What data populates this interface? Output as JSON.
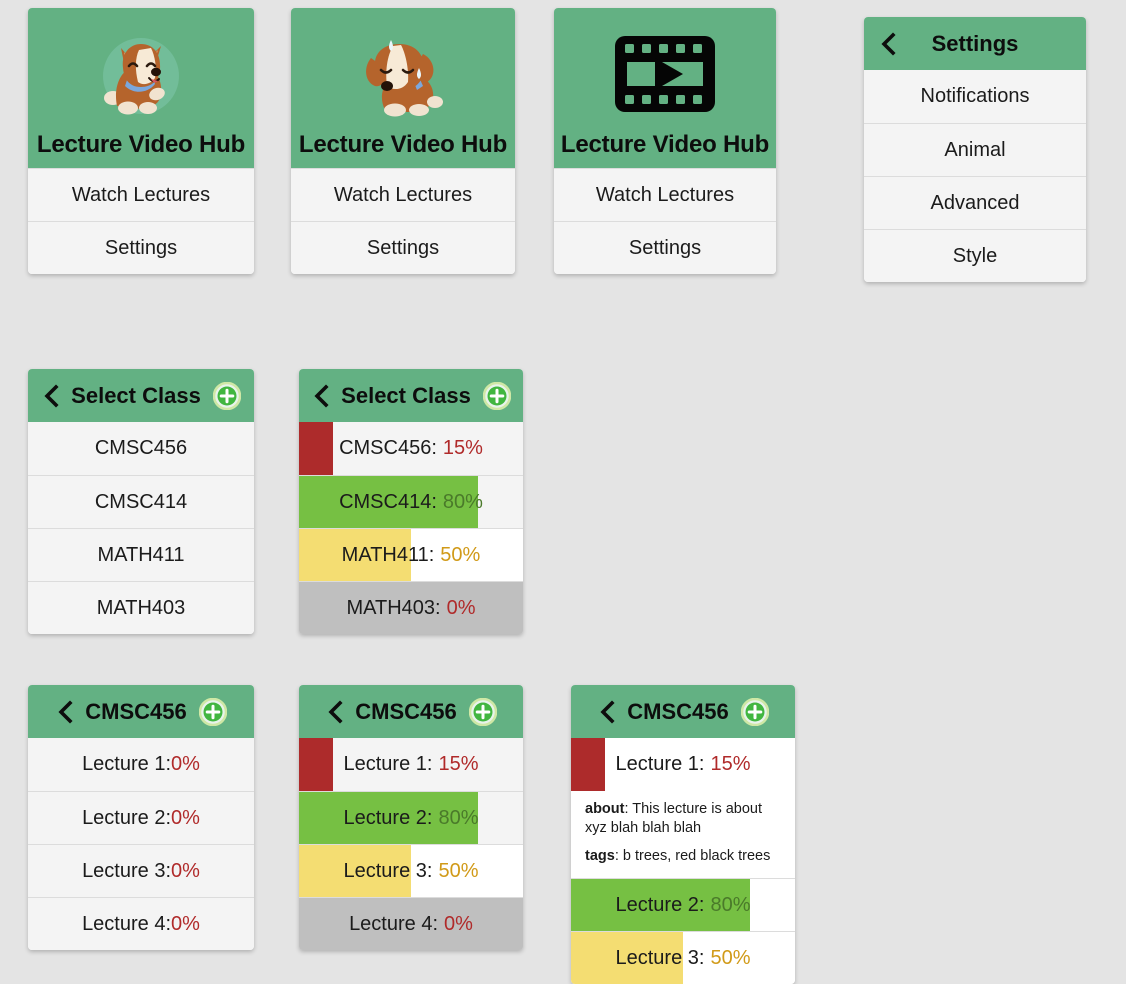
{
  "theme": {
    "page_bg": "#e4e4e4",
    "header_green": "#63b183",
    "row_gray": "#f4f4f4",
    "row_white": "#ffffff",
    "bar_red": "#ad2b2b",
    "bar_green": "#76c043",
    "bar_yellow": "#f4dd72",
    "bar_gray": "#bfbfbf",
    "pct_red": "#b02a2a",
    "pct_green": "#4a7a2a",
    "pct_yellow": "#d19a18",
    "plus_green": "#41b640",
    "plus_ring": "#c9e79a"
  },
  "cards": {
    "home_happy": {
      "icon": "happy-corgi-icon",
      "title": "Lecture Video Hub",
      "menu": [
        {
          "label": "Watch Lectures"
        },
        {
          "label": "Settings"
        }
      ]
    },
    "home_sad": {
      "icon": "sad-dog-icon",
      "title": "Lecture Video Hub",
      "menu": [
        {
          "label": "Watch Lectures"
        },
        {
          "label": "Settings"
        }
      ]
    },
    "home_film": {
      "icon": "film-strip-play-icon",
      "title": "Lecture Video Hub",
      "menu": [
        {
          "label": "Watch Lectures"
        },
        {
          "label": "Settings"
        }
      ]
    },
    "settings": {
      "title": "Settings",
      "back_icon": "chevron-left-icon",
      "items": [
        {
          "label": "Notifications"
        },
        {
          "label": "Animal"
        },
        {
          "label": "Advanced"
        },
        {
          "label": "Style"
        }
      ]
    },
    "select_class_plain": {
      "title": "Select Class",
      "back_icon": "chevron-left-icon",
      "add_icon": "plus-circle-icon",
      "items": [
        {
          "label": "CMSC456"
        },
        {
          "label": "CMSC414"
        },
        {
          "label": "MATH411"
        },
        {
          "label": "MATH403"
        }
      ]
    },
    "select_class_progress": {
      "title": "Select Class",
      "back_icon": "chevron-left-icon",
      "add_icon": "plus-circle-icon",
      "items": [
        {
          "name": "CMSC456",
          "percent": 15,
          "label": "CMSC456: ",
          "pct_text": "15%",
          "fill": "#ad2b2b",
          "track": "#f4f4f4",
          "pct_color": "#b02a2a"
        },
        {
          "name": "CMSC414",
          "percent": 80,
          "label": "CMSC414: ",
          "pct_text": "80%",
          "fill": "#76c043",
          "track": "#f4f4f4",
          "pct_color": "#4a7a2a"
        },
        {
          "name": "MATH411",
          "percent": 50,
          "label": "MATH411: ",
          "pct_text": "50%",
          "fill": "#f4dd72",
          "track": "#ffffff",
          "pct_color": "#d19a18"
        },
        {
          "name": "MATH403",
          "percent": 100,
          "label": "MATH403: ",
          "pct_text": "0%",
          "fill": "#bfbfbf",
          "track": "#bfbfbf",
          "pct_color": "#b02a2a"
        }
      ]
    },
    "cmsc456_plain": {
      "title": "CMSC456",
      "back_icon": "chevron-left-icon",
      "add_icon": "plus-circle-icon",
      "items": [
        {
          "label": "Lecture 1: ",
          "pct_text": "0%",
          "pct_color": "#b02a2a"
        },
        {
          "label": "Lecture 2: ",
          "pct_text": "0%",
          "pct_color": "#b02a2a"
        },
        {
          "label": "Lecture 3: ",
          "pct_text": "0%",
          "pct_color": "#b02a2a"
        },
        {
          "label": "Lecture 4: ",
          "pct_text": "0%",
          "pct_color": "#b02a2a"
        }
      ]
    },
    "cmsc456_progress": {
      "title": "CMSC456",
      "back_icon": "chevron-left-icon",
      "add_icon": "plus-circle-icon",
      "items": [
        {
          "name": "Lecture 1",
          "percent": 15,
          "label": "Lecture 1: ",
          "pct_text": "15%",
          "fill": "#ad2b2b",
          "track": "#f4f4f4",
          "pct_color": "#b02a2a"
        },
        {
          "name": "Lecture 2",
          "percent": 80,
          "label": "Lecture 2: ",
          "pct_text": "80%",
          "fill": "#76c043",
          "track": "#f4f4f4",
          "pct_color": "#4a7a2a"
        },
        {
          "name": "Lecture 3",
          "percent": 50,
          "label": "Lecture 3: ",
          "pct_text": "50%",
          "fill": "#f4dd72",
          "track": "#ffffff",
          "pct_color": "#d19a18"
        },
        {
          "name": "Lecture 4",
          "percent": 100,
          "label": "Lecture 4: ",
          "pct_text": "0%",
          "fill": "#bfbfbf",
          "track": "#bfbfbf",
          "pct_color": "#b02a2a"
        }
      ]
    },
    "cmsc456_expanded": {
      "title": "CMSC456",
      "back_icon": "chevron-left-icon",
      "add_icon": "plus-circle-icon",
      "lecture1": {
        "label": "Lecture 1: ",
        "pct_text": "15%",
        "percent": 15,
        "fill": "#ad2b2b",
        "track": "#ffffff",
        "pct_color": "#b02a2a",
        "about_key": "about",
        "about_sep": ": ",
        "about_text": "This lecture is about xyz blah blah blah",
        "tags_key": "tags",
        "tags_sep": ": ",
        "tags_text": "b trees, red black trees"
      },
      "items": [
        {
          "name": "Lecture 2",
          "percent": 80,
          "label": "Lecture 2: ",
          "pct_text": "80%",
          "fill": "#76c043",
          "track": "#ffffff",
          "pct_color": "#4a7a2a"
        },
        {
          "name": "Lecture 3",
          "percent": 50,
          "label": "Lecture 3: ",
          "pct_text": "50%",
          "fill": "#f4dd72",
          "track": "#ffffff",
          "pct_color": "#d19a18"
        }
      ]
    }
  }
}
